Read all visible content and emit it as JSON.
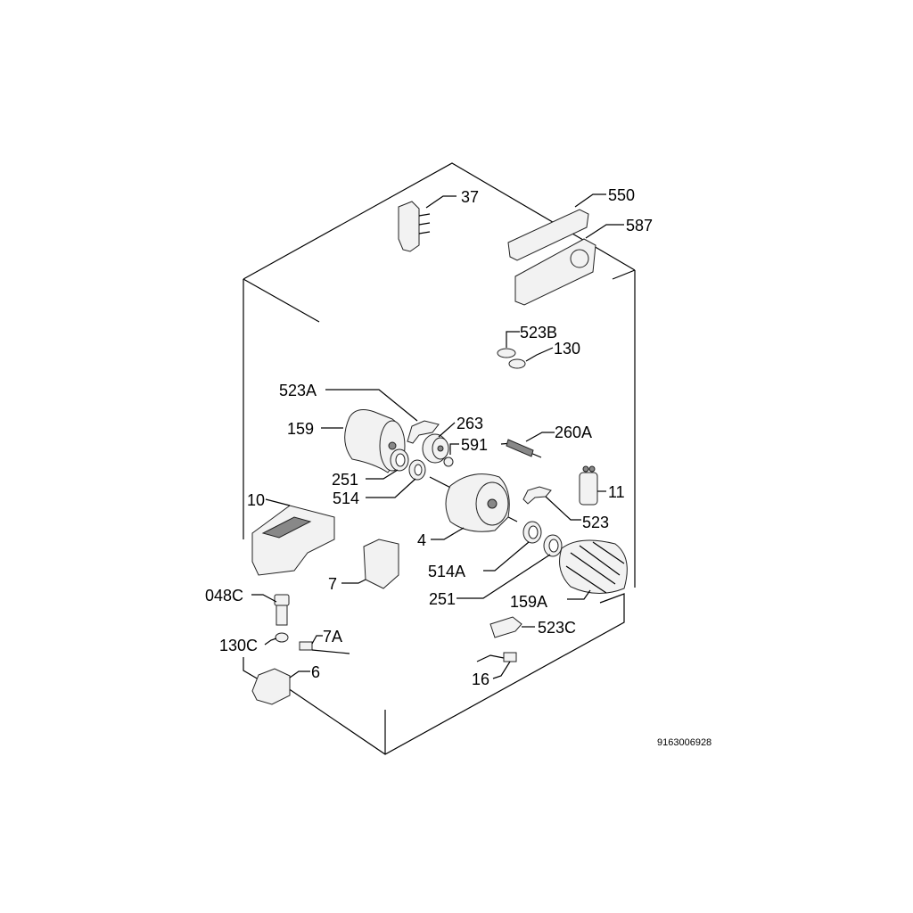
{
  "diagram": {
    "title": "Exploded parts diagram",
    "reference_number": "9163006928",
    "part_labels": {
      "p37": "37",
      "p550": "550",
      "p587": "587",
      "p523B": "523B",
      "p130": "130",
      "p523A": "523A",
      "p263": "263",
      "p159": "159",
      "p591": "591",
      "p260A": "260A",
      "p251a": "251",
      "p514": "514",
      "p10": "10",
      "p11": "11",
      "p523": "523",
      "p4": "4",
      "p514A": "514A",
      "p7": "7",
      "p251b": "251",
      "p159A": "159A",
      "p048C": "048C",
      "p7A": "7A",
      "p523C": "523C",
      "p130C": "130C",
      "p6": "6",
      "p16": "16"
    }
  }
}
